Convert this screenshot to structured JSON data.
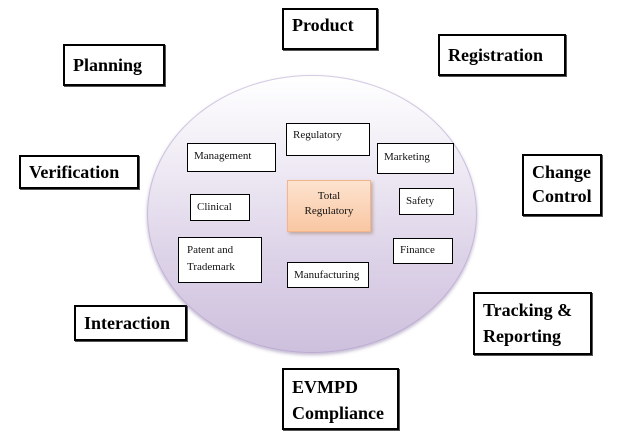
{
  "diagram": {
    "center": {
      "label_line1": "Total",
      "label_line2": "Regulatory",
      "fill_color": "#f9c7a3"
    },
    "ellipse": {
      "fill_top": "#ffffff",
      "fill_bottom": "#cdc0dd"
    },
    "inner_functions": [
      {
        "id": "management",
        "label": "Management"
      },
      {
        "id": "regulatory",
        "label": "Regulatory"
      },
      {
        "id": "marketing",
        "label": "Marketing"
      },
      {
        "id": "clinical",
        "label": "Clinical"
      },
      {
        "id": "safety",
        "label": "Safety"
      },
      {
        "id": "patent",
        "label_line1": "Patent and",
        "label_line2": "Trademark"
      },
      {
        "id": "finance",
        "label": "Finance"
      },
      {
        "id": "manufacturing",
        "label": "Manufacturing"
      }
    ],
    "outer_activities": [
      {
        "id": "product",
        "label": "Product"
      },
      {
        "id": "planning",
        "label": "Planning"
      },
      {
        "id": "registration",
        "label": "Registration"
      },
      {
        "id": "verification",
        "label": "Verification"
      },
      {
        "id": "change-control",
        "label_line1": "Change",
        "label_line2": "Control"
      },
      {
        "id": "interaction",
        "label": "Interaction"
      },
      {
        "id": "tracking",
        "label_line1": "Tracking &",
        "label_line2": "Reporting"
      },
      {
        "id": "evmpd",
        "label_line1": "EVMPD",
        "label_line2": "Compliance"
      }
    ]
  }
}
